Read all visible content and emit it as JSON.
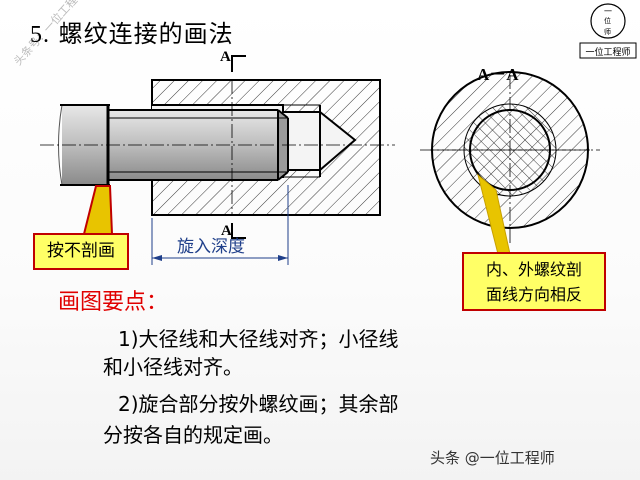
{
  "title": {
    "number": "5.",
    "text": "螺纹连接的画法"
  },
  "logo": {
    "glyphs": [
      "一",
      "位",
      "师"
    ],
    "caption": "一位工程师"
  },
  "watermark": "头条号：一位工程师",
  "section": {
    "label": "A－A",
    "cut_label_top": "A",
    "cut_label_bottom": "A"
  },
  "dimension": {
    "label": "旋入深度"
  },
  "callouts": {
    "left": "按不剖画",
    "right_line1": "内、外螺纹剖",
    "right_line2": "面线方向相反"
  },
  "key_points": {
    "heading": "画图要点：",
    "point1_line1": "1)大径线和大径线对齐；小径线",
    "point1_line2": "和小径线对齐。",
    "point2_line1": "2)旋合部分按外螺纹画；其余部",
    "point2_line2": "分按各自的规定画。"
  },
  "footer": "头条 @一位工程师",
  "colors": {
    "callout_fill": "#ffff66",
    "callout_border": "#c00000",
    "heading": "#e00000",
    "dimension": "#1f3f8a",
    "arrow": "#e8c400"
  }
}
